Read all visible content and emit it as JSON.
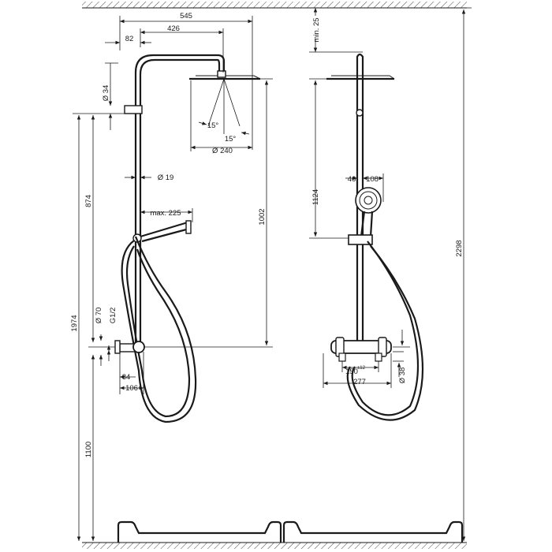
{
  "dimensions": {
    "rail_height": "1974",
    "rail_lower": "874",
    "outlet_height": "1100",
    "overall_width": "545",
    "arm_reach": "426",
    "wall_offset": "82",
    "tube_diameter": "Ø 34",
    "tube_diameter_small": "Ø 19",
    "head_angle_left": "15°",
    "head_angle_right": "15°",
    "head_diameter": "Ø 240",
    "max_reach": "max. 225",
    "head_to_mixer": "1002",
    "flange_diameter": "Ø 70",
    "thread": "G1/2",
    "depth_84": "84",
    "depth_106": "106",
    "ceiling_clearance": "min. 25",
    "head_to_bar": "1124",
    "hand_shower_46": "46",
    "hand_shower_108": "108",
    "total_height": "2298",
    "inlet_spacing": "150",
    "inlet_tolerance": "±12",
    "mixer_width": "277",
    "mixer_diameter": "Ø 38"
  }
}
